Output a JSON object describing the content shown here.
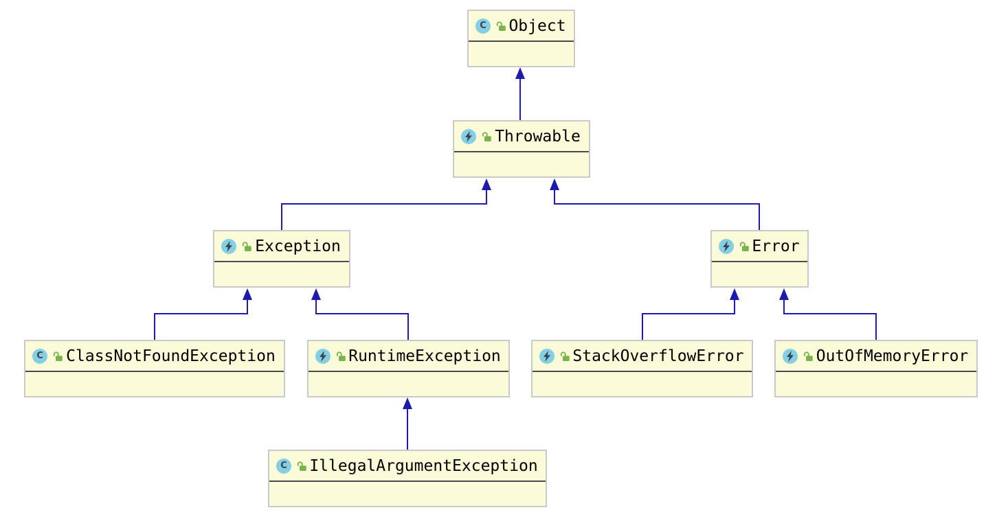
{
  "diagram": {
    "kind": "uml-class-inheritance-diagram",
    "class_letter": "C",
    "nodes": [
      {
        "id": "object",
        "label": "Object",
        "icon": "class-icon",
        "lock": "unlocked"
      },
      {
        "id": "throwable",
        "label": "Throwable",
        "icon": "exception-icon",
        "lock": "unlocked"
      },
      {
        "id": "exception",
        "label": "Exception",
        "icon": "exception-icon",
        "lock": "unlocked"
      },
      {
        "id": "error",
        "label": "Error",
        "icon": "exception-icon",
        "lock": "unlocked"
      },
      {
        "id": "class-not-found-exception",
        "label": "ClassNotFoundException",
        "icon": "class-icon",
        "lock": "unlocked"
      },
      {
        "id": "runtime-exception",
        "label": "RuntimeException",
        "icon": "exception-icon",
        "lock": "unlocked"
      },
      {
        "id": "stack-overflow-error",
        "label": "StackOverflowError",
        "icon": "exception-icon",
        "lock": "unlocked"
      },
      {
        "id": "out-of-memory-error",
        "label": "OutOfMemoryError",
        "icon": "exception-icon",
        "lock": "unlocked"
      },
      {
        "id": "illegal-argument-exception",
        "label": "IllegalArgumentException",
        "icon": "class-icon",
        "lock": "unlocked"
      }
    ],
    "edges": [
      {
        "from": "Throwable",
        "to": "Object",
        "type": "extends"
      },
      {
        "from": "Exception",
        "to": "Throwable",
        "type": "extends"
      },
      {
        "from": "Error",
        "to": "Throwable",
        "type": "extends"
      },
      {
        "from": "ClassNotFoundException",
        "to": "Exception",
        "type": "extends"
      },
      {
        "from": "RuntimeException",
        "to": "Exception",
        "type": "extends"
      },
      {
        "from": "StackOverflowError",
        "to": "Error",
        "type": "extends"
      },
      {
        "from": "OutOfMemoryError",
        "to": "Error",
        "type": "extends"
      },
      {
        "from": "IllegalArgumentException",
        "to": "RuntimeException",
        "type": "extends"
      }
    ],
    "colors": {
      "background": "#FFFFFF",
      "node_fill": "#FBFAD9",
      "node_border": "#C9C9C9",
      "divider": "#4A4A4A",
      "edge": "#1E1AAB",
      "class_icon_bg": "#85CEE4",
      "icon_glyph": "#37474F",
      "lock_green": "#7CB24E",
      "text": "#000000"
    }
  }
}
